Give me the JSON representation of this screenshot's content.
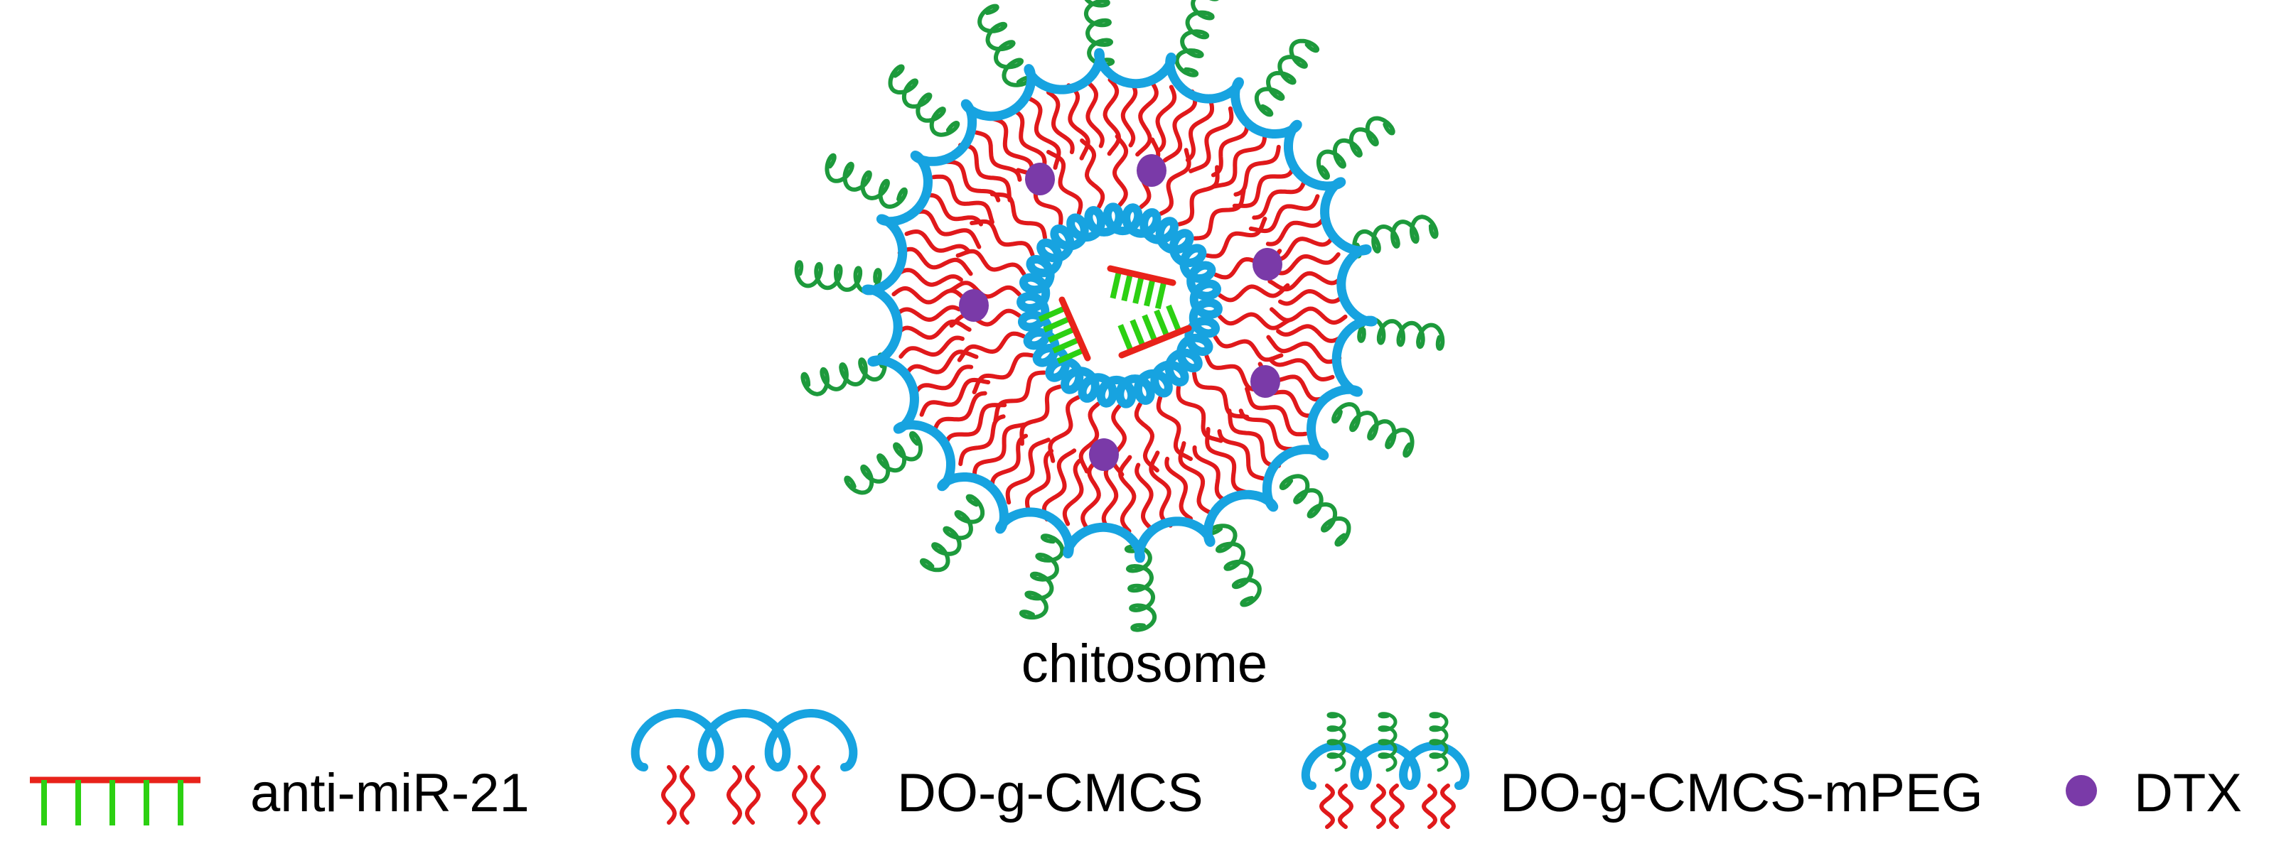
{
  "figure": {
    "caption": "chitosome",
    "colors": {
      "backbone": "#17a3e0",
      "hydrophobic_tail": "#e0191b",
      "peg": "#1d9a3c",
      "antimir_strand": "#e8221a",
      "antimir_bases": "#2cd012",
      "drug": "#7a3aa8"
    }
  },
  "legend": [
    {
      "label": "anti-miR-21",
      "icon": "anti-mir-strand-icon"
    },
    {
      "label": "DO-g-CMCS",
      "icon": "do-g-cmcs-icon"
    },
    {
      "label": "DO-g-CMCS-mPEG",
      "icon": "do-g-cmcs-mpeg-icon"
    },
    {
      "label": "DTX",
      "icon": "dtx-dot-icon"
    }
  ]
}
